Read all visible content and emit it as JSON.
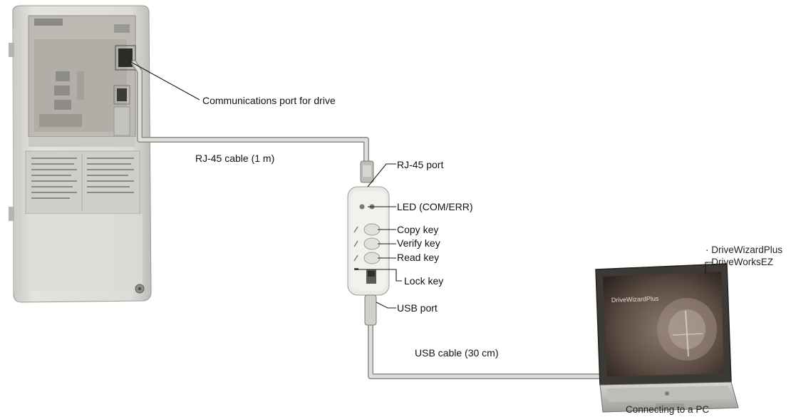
{
  "labels": {
    "comm_port": "Communications port for drive",
    "rj45_cable": "RJ-45 cable (1 m)",
    "rj45_port": "RJ-45 port",
    "led": "LED (COM/ERR)",
    "copy_key": "Copy key",
    "verify_key": "Verify key",
    "read_key": "Read key",
    "lock_key": "Lock key",
    "usb_port": "USB port",
    "usb_cable": "USB cable (30 cm)",
    "software_1": "· DriveWizardPlus",
    "software_2": "· DriveWorksEZ",
    "caption": "Connecting to a PC"
  },
  "screen_text": "DriveWizardPlus",
  "colors": {
    "drive_body": "#dddcd6",
    "cable": "#c9c9c4",
    "leader": "#1a1a1a",
    "screen": "#5d4d44"
  }
}
